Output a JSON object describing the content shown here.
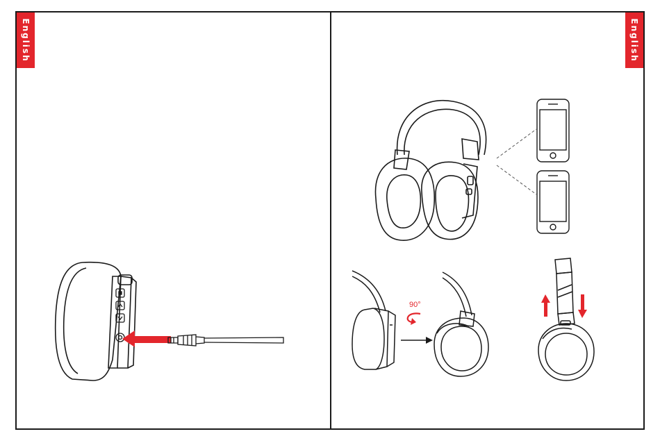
{
  "left_panel": {
    "language_tab": "English"
  },
  "right_panel": {
    "language_tab": "English",
    "rotation_label": "90°"
  },
  "colors": {
    "accent": "#e3262c",
    "line": "#1a1a1a"
  }
}
